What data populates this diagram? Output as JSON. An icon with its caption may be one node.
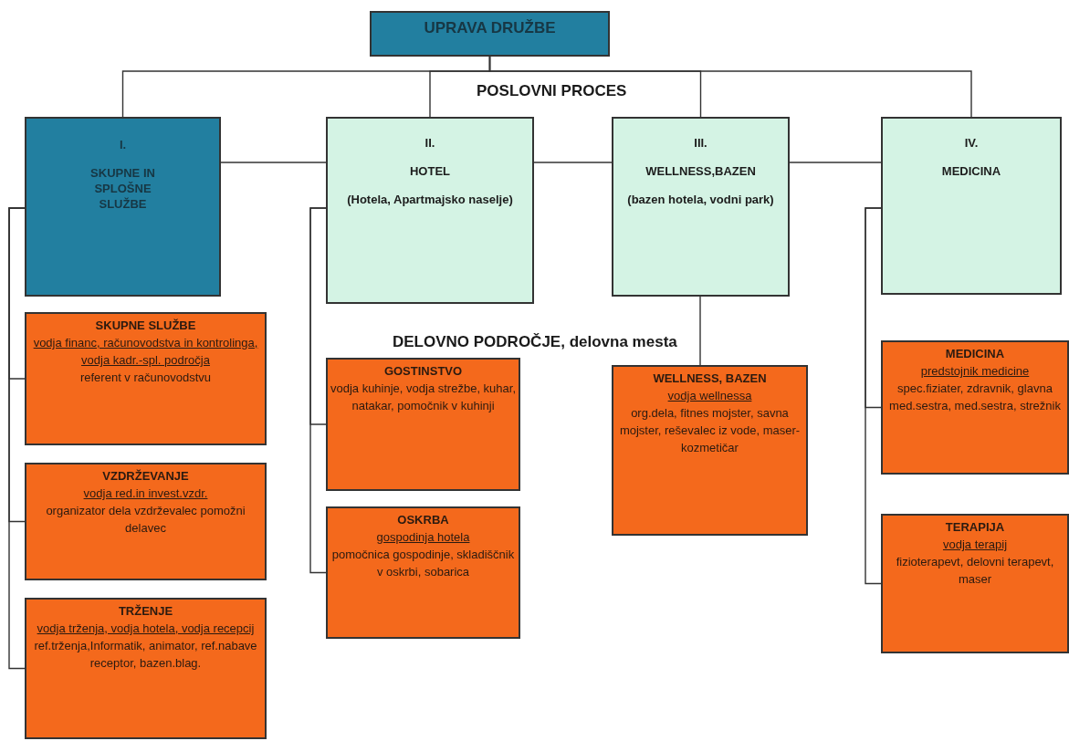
{
  "diagram": {
    "nodes": [
      {
        "text": [
          "UPRAVA DRUŽBE"
        ]
      },
      {
        "text": [
          "I.",
          "SKUPNE IN SPLOŠNE SLUŽBE"
        ]
      },
      {
        "text": [
          "II.",
          "HOTEL",
          "(Hotela, Apartmajsko naselje)"
        ]
      },
      {
        "text": [
          "III.",
          "WELLNESS,BAZEN",
          "(bazen hotela, vodni park)"
        ]
      },
      {
        "text": [
          "IV.",
          "MEDICINA"
        ]
      },
      {
        "text": [
          "SKUPNE SLUŽBE",
          "vodja financ, računovodstva in kontrolinga, vodja kadr.-spl. področja",
          "referent v računovodstvu"
        ]
      },
      {
        "text": [
          "VZDRŽEVANJE",
          "vodja red.in invest.vzdr.",
          "organizator dela vzdrževalec pomožni delavec"
        ]
      },
      {
        "text": [
          "TRŽENJE",
          "vodja trženja, vodja hotela, vodja recepcij",
          "ref.trženja,Informatik, animator, ref.nabave receptor, bazen.blag."
        ]
      },
      {
        "text": [
          "GOSTINSTVO",
          "vodja kuhinje, vodja strežbe, kuhar, natakar, pomočnik v kuhinji"
        ]
      },
      {
        "text": [
          "OSKRBA",
          "gospodinja hotela",
          "pomočnica gospodinje, skladiščnik v oskrbi, sobarica"
        ]
      },
      {
        "text": [
          "WELLNESS, BAZEN",
          "vodja wellnessa",
          "org.dela, fitnes mojster, savna mojster, reševalec iz vode, maser- kozmetičar"
        ]
      },
      {
        "text": [
          "MEDICINA",
          "predstojnik medicine",
          "spec.fiziater, zdravnik, glavna med.sestra, med.sestra, strežnik"
        ]
      },
      {
        "text": [
          "TERAPIJA",
          "vodja terapij",
          "fizioterapevt, delovni terapevt, maser"
        ]
      }
    ],
    "edges": [
      {
        "from": 0,
        "to": 1,
        "arrow": "none"
      },
      {
        "from": 0,
        "to": 2,
        "arrow": "none"
      },
      {
        "from": 0,
        "to": 3,
        "arrow": "none"
      },
      {
        "from": 0,
        "to": 4,
        "arrow": "none"
      },
      {
        "from": 1,
        "to": 2,
        "arrow": "none"
      },
      {
        "from": 2,
        "to": 3,
        "arrow": "none"
      },
      {
        "from": 3,
        "to": 4,
        "arrow": "none"
      },
      {
        "from": 1,
        "to": 5,
        "arrow": "none"
      },
      {
        "from": 1,
        "to": 6,
        "arrow": "none"
      },
      {
        "from": 1,
        "to": 7,
        "arrow": "none"
      },
      {
        "from": 2,
        "to": 8,
        "arrow": "none"
      },
      {
        "from": 2,
        "to": 9,
        "arrow": "none"
      },
      {
        "from": 3,
        "to": 10,
        "arrow": "none"
      },
      {
        "from": 4,
        "to": 11,
        "arrow": "none"
      },
      {
        "from": 4,
        "to": 12,
        "arrow": "none"
      }
    ],
    "labels": [
      "POSLOVNI PROCES",
      "DELOVNO PODROČJE, delovna mesta"
    ]
  }
}
